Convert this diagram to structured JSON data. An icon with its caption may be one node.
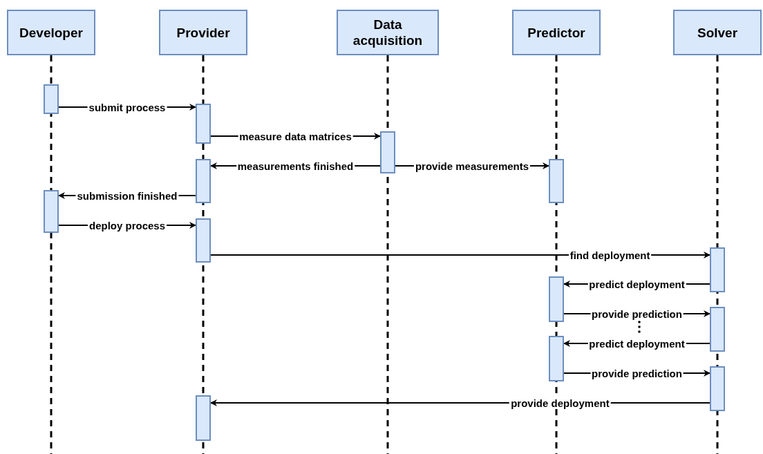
{
  "diagram": {
    "nodes": [
      {
        "text": [
          "Developer"
        ]
      },
      {
        "text": [
          "Provider"
        ]
      },
      {
        "text": [
          "Data acquisition"
        ]
      },
      {
        "text": [
          "Predictor"
        ]
      },
      {
        "text": [
          "Solver"
        ]
      },
      {
        "text": [],
        "shape": "bar"
      },
      {
        "text": [],
        "shape": "bar"
      },
      {
        "text": [],
        "shape": "bar"
      },
      {
        "text": [],
        "shape": "bar"
      },
      {
        "text": [],
        "shape": "bar"
      },
      {
        "text": [],
        "shape": "bar"
      },
      {
        "text": [],
        "shape": "bar"
      },
      {
        "text": [],
        "shape": "bar"
      },
      {
        "text": [],
        "shape": "bar"
      },
      {
        "text": [],
        "shape": "bar"
      },
      {
        "text": [],
        "shape": "bar"
      },
      {
        "text": [],
        "shape": "bar"
      },
      {
        "text": [],
        "shape": "bar"
      }
    ],
    "edges": [
      {
        "from": 5,
        "to": 6,
        "arrow": "to",
        "label": "submit process"
      },
      {
        "from": 6,
        "to": 7,
        "arrow": "to",
        "label": "measure data matrices"
      },
      {
        "from": 7,
        "to": 8,
        "arrow": "to",
        "label": "measurements finished"
      },
      {
        "from": 7,
        "to": 9,
        "arrow": "to",
        "label": "provide measurements"
      },
      {
        "from": 8,
        "to": 10,
        "arrow": "to",
        "label": "submission finished"
      },
      {
        "from": 10,
        "to": 11,
        "arrow": "to",
        "label": "deploy process"
      },
      {
        "from": 11,
        "to": 12,
        "arrow": "to",
        "label": "find deployment"
      },
      {
        "from": 12,
        "to": 13,
        "arrow": "to",
        "label": "predict deployment"
      },
      {
        "from": 13,
        "to": 14,
        "arrow": "to",
        "label": "provide prediction"
      },
      {
        "from": 14,
        "to": 15,
        "arrow": "to",
        "label": "predict deployment"
      },
      {
        "from": 15,
        "to": 16,
        "arrow": "to",
        "label": "provide prediction"
      },
      {
        "from": 16,
        "to": 17,
        "arrow": "to",
        "label": "provide deployment"
      }
    ]
  }
}
